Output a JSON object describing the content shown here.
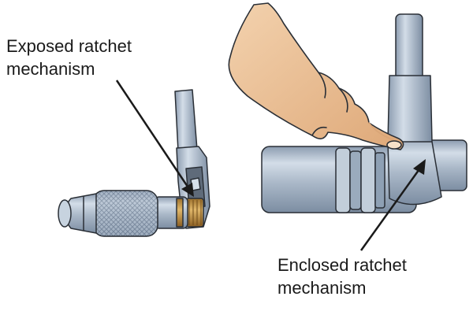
{
  "labels": {
    "exposed": {
      "line1": "Exposed ratchet",
      "line2": "mechanism"
    },
    "enclosed": {
      "line1": "Enclosed ratchet",
      "line2": "mechanism"
    }
  },
  "colors": {
    "metal": "#a9b8c9",
    "metal_dark": "#7f90a4",
    "metal_light": "#d6e0ea",
    "brass": "#c89a4b",
    "skin": "#ecc29a",
    "skin_shadow": "#d9a577",
    "outline": "#2a2f36",
    "arrow": "#1a1a1a"
  },
  "icons": {
    "exposed": "exposed-ratchet-drill-chuck-illustration",
    "enclosed": "enclosed-ratchet-tap-wrench-illustration",
    "hand": "pointing-hand-icon"
  }
}
